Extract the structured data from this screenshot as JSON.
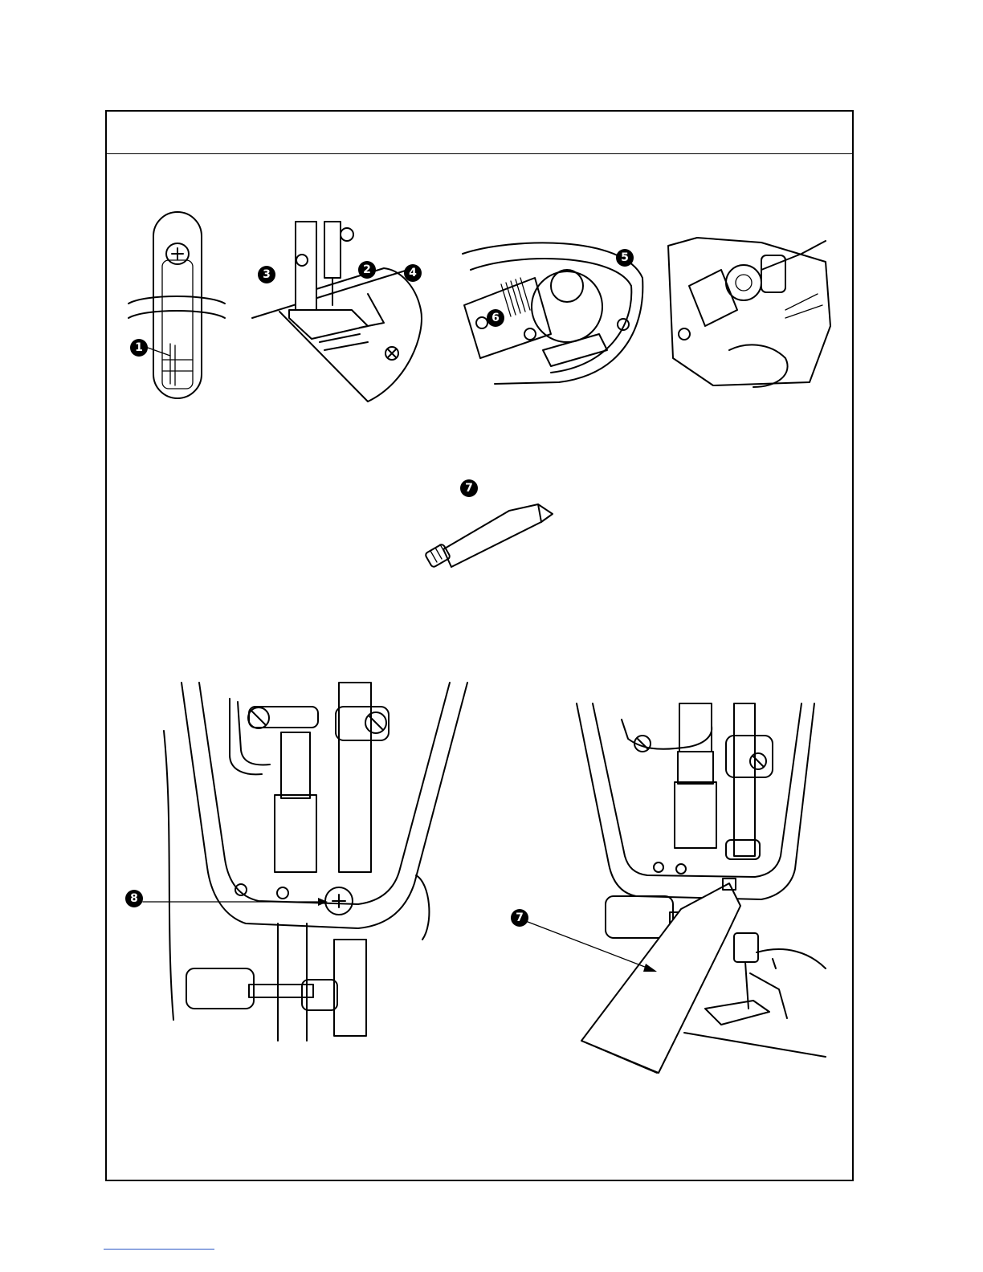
{
  "page": {
    "callouts": {
      "c1": "1",
      "c2": "2",
      "c3": "3",
      "c4": "4",
      "c5": "5",
      "c6": "6",
      "c7a": "7",
      "c7b": "7",
      "c8": "8"
    },
    "icons": {
      "oil_window": "oil-gauge-window",
      "needle_presser": "needle-presser-foot",
      "hook_feed": "hook-and-feed-dog",
      "bobbin_area": "bobbin-case-area",
      "grease_tube": "grease-tube",
      "face_plate_screw": "face-plate-screw",
      "grease_apply": "grease-application"
    }
  }
}
